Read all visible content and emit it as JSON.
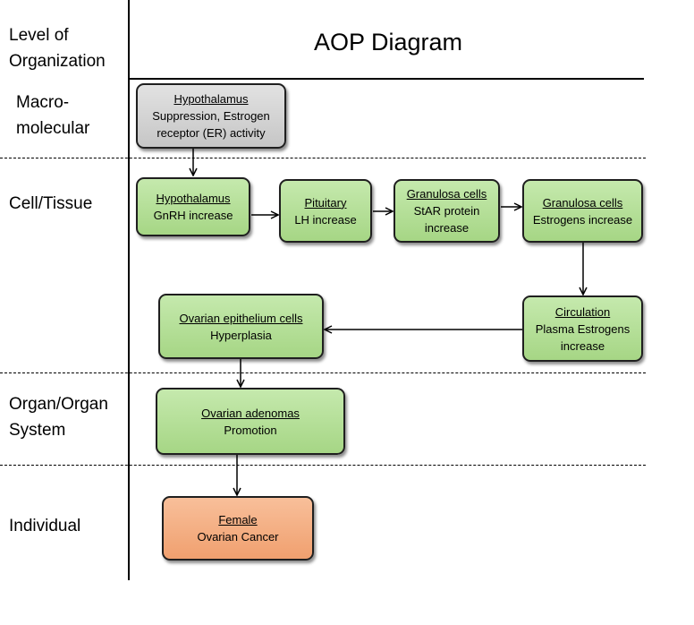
{
  "header": {
    "level_label": [
      "Level of",
      "Organization"
    ],
    "title": "AOP Diagram"
  },
  "levels": [
    {
      "name": [
        "Macro-",
        "molecular"
      ]
    },
    {
      "name": [
        "Cell/Tissue"
      ]
    },
    {
      "name": [
        "Organ/Organ",
        "System"
      ]
    },
    {
      "name": [
        "Individual"
      ]
    }
  ],
  "nodes": {
    "hypothalamus_er": {
      "title": "Hypothalamus",
      "lines": [
        "Suppression, Estrogen",
        "receptor (ER) activity"
      ]
    },
    "hypothalamus_gnrh": {
      "title": "Hypothalamus",
      "lines": [
        "GnRH increase"
      ]
    },
    "pituitary_lh": {
      "title": "Pituitary",
      "lines": [
        "LH increase"
      ]
    },
    "granulosa_star": {
      "title": "Granulosa cells",
      "lines": [
        "StAR protein",
        "increase"
      ]
    },
    "granulosa_estrogens": {
      "title": "Granulosa cells",
      "lines": [
        "Estrogens increase"
      ]
    },
    "circulation": {
      "title": "Circulation",
      "lines": [
        "Plasma Estrogens",
        "increase"
      ]
    },
    "ovarian_epithelium": {
      "title": "Ovarian epithelium cells",
      "lines": [
        "Hyperplasia"
      ]
    },
    "ovarian_adenomas": {
      "title": "Ovarian adenomas",
      "lines": [
        "Promotion"
      ]
    },
    "female_cancer": {
      "title": "Female",
      "lines": [
        "Ovarian Cancer"
      ]
    }
  },
  "colors": {
    "key_event": "#b5df97",
    "molecular_initiating_event": "#d3d3d3",
    "adverse_outcome": "#f4ad80"
  }
}
